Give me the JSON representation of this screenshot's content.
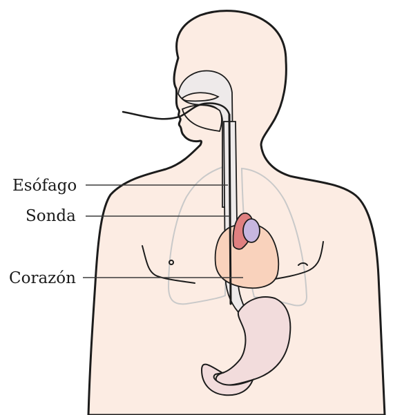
{
  "labels": {
    "esophagus": "Esófago",
    "tube": "Sonda",
    "heart": "Corazón"
  },
  "colors": {
    "skin": "#fcece3",
    "lung_outline": "#c9c9c9",
    "heart": "#f9d2bc",
    "aorta": "#e08080",
    "atrium": "#c7b6df",
    "stomach": "#f2dcdc",
    "airway": "#eeeaea",
    "outline": "#1c1c1c"
  }
}
